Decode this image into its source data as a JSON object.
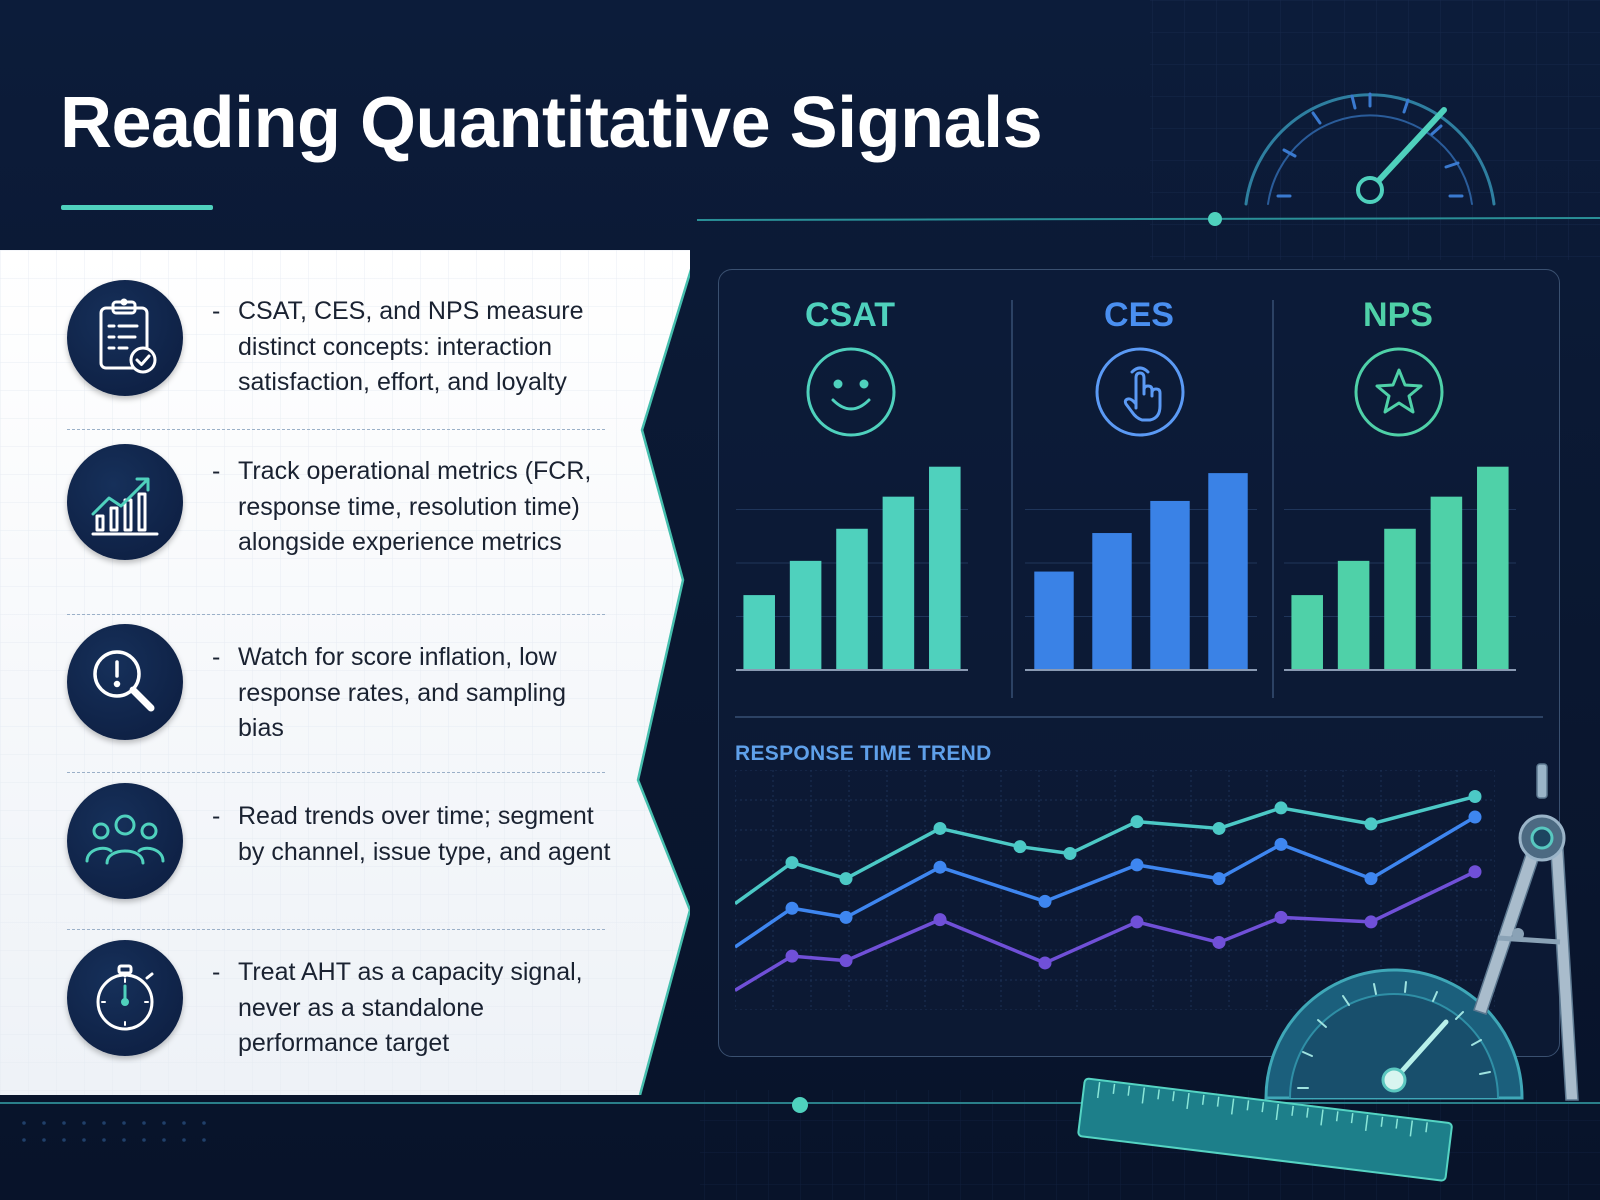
{
  "page": {
    "title": "Reading Quantitative Signals"
  },
  "colors": {
    "background": "#0b1a36",
    "accent_teal": "#4fd1bd",
    "csat": "#4fd1bd",
    "ces": "#3a82e6",
    "nps": "#4fd1a8",
    "trend_1": "#4cc9c6",
    "trend_2": "#3e86f0",
    "trend_3": "#7050d8",
    "panel_text": "#1a2231"
  },
  "items": [
    {
      "icon": "clipboard-check-icon",
      "text": "CSAT, CES, and NPS measure distinct concepts: interaction satisfaction, effort, and loyalty"
    },
    {
      "icon": "growth-chart-icon",
      "text": "Track operational metrics (FCR, response time, resolution time) alongside experience metrics"
    },
    {
      "icon": "magnifier-alert-icon",
      "text": "Watch for score inflation, low response rates, and sampling bias"
    },
    {
      "icon": "people-group-icon",
      "text": "Read trends over time; segment by channel, issue type, and agent"
    },
    {
      "icon": "stopwatch-icon",
      "text": "Treat AHT as a capacity signal, never as a standalone performance target"
    }
  ],
  "bullet": "-",
  "metrics": [
    {
      "title": "CSAT",
      "icon": "smiley-face-icon",
      "color": "#4fd1bd"
    },
    {
      "title": "CES",
      "icon": "pointing-hand-icon",
      "color": "#3a82e6"
    },
    {
      "title": "NPS",
      "icon": "star-icon",
      "color": "#4fd1a8"
    }
  ],
  "chart_data": [
    {
      "type": "bar",
      "values": [
        0.35,
        0.51,
        0.66,
        0.81,
        0.95
      ]
    },
    {
      "type": "bar",
      "values": [
        0.46,
        0.64,
        0.79,
        0.92
      ]
    },
    {
      "type": "bar",
      "values": [
        0.35,
        0.51,
        0.66,
        0.81,
        0.95
      ]
    },
    {
      "type": "line",
      "title": "RESPONSE TIME TREND",
      "series": [
        {
          "values": [
            0.44,
            0.62,
            0.55,
            0.77,
            0.69,
            0.66,
            0.8,
            0.77,
            0.86,
            0.79,
            0.91
          ]
        },
        {
          "values": [
            0.25,
            0.42,
            0.38,
            0.6,
            0.45,
            0.61,
            0.55,
            0.7,
            0.55,
            0.82
          ]
        },
        {
          "values": [
            0.06,
            0.21,
            0.19,
            0.37,
            0.18,
            0.36,
            0.27,
            0.38,
            0.36,
            0.58
          ]
        }
      ]
    }
  ]
}
